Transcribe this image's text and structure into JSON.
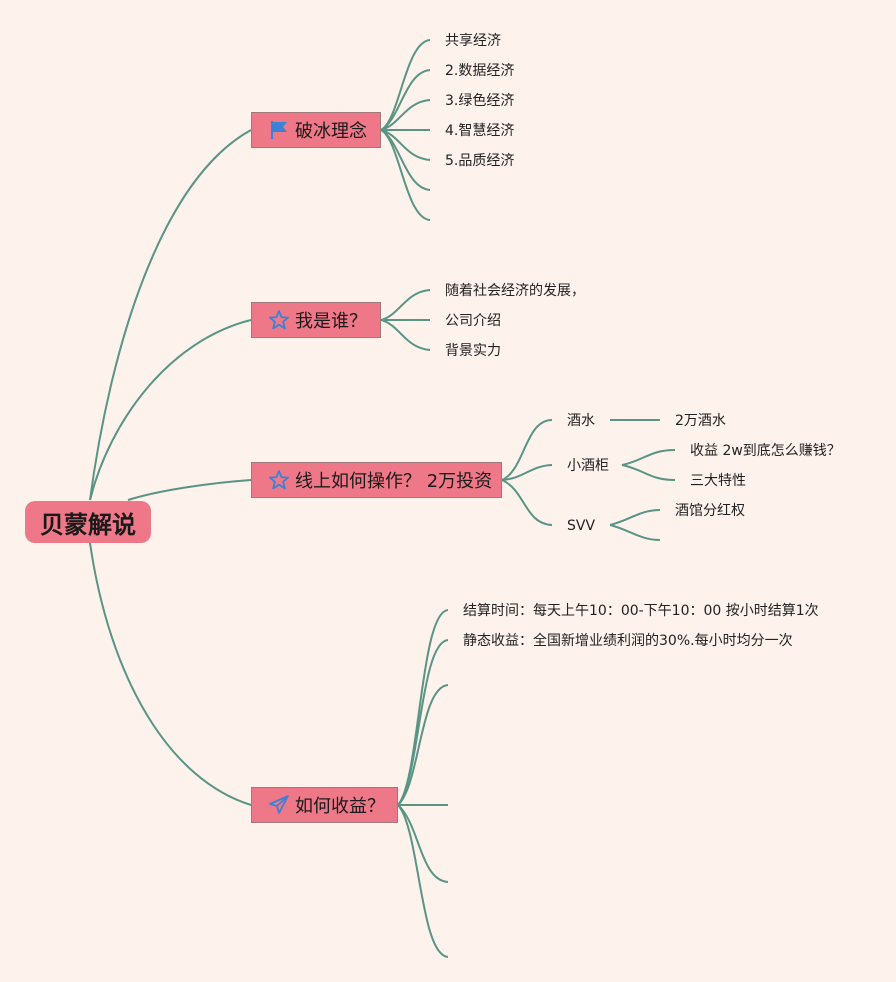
{
  "root": {
    "label": "贝蒙解说"
  },
  "topics": [
    {
      "label": "破冰理念",
      "icon": "flag-icon",
      "children": [
        "共享经济",
        "2.数据经济",
        "3.绿色经济",
        "4.智慧经济",
        "5.品质经济",
        "",
        ""
      ]
    },
    {
      "label": "我是谁？",
      "icon": "star-icon",
      "children": [
        "随着社会经济的发展，",
        "公司介绍",
        "背景实力"
      ]
    },
    {
      "label": "线上如何操作？ 2万投资",
      "icon": "star-icon",
      "children": [
        {
          "label": "酒水",
          "children": [
            "2万酒水"
          ]
        },
        {
          "label": "小酒柜",
          "children": [
            "收益 2w到底怎么赚钱？",
            "三大特性"
          ]
        },
        {
          "label": "SVV",
          "children": [
            "酒馆分红权",
            ""
          ]
        }
      ]
    },
    {
      "label": "如何收益？",
      "icon": "paper-plane-icon",
      "children": [
        "结算时间：每天上午10：00-下午10：00 按小时结算1次",
        "静态收益：全国新增业绩利润的30%.每小时均分一次",
        "",
        "",
        "",
        ""
      ]
    }
  ],
  "colors": {
    "background": "#fdf2ec",
    "node": "#ef7888",
    "edge": "#5a9485",
    "icon": "#3b82d6"
  }
}
